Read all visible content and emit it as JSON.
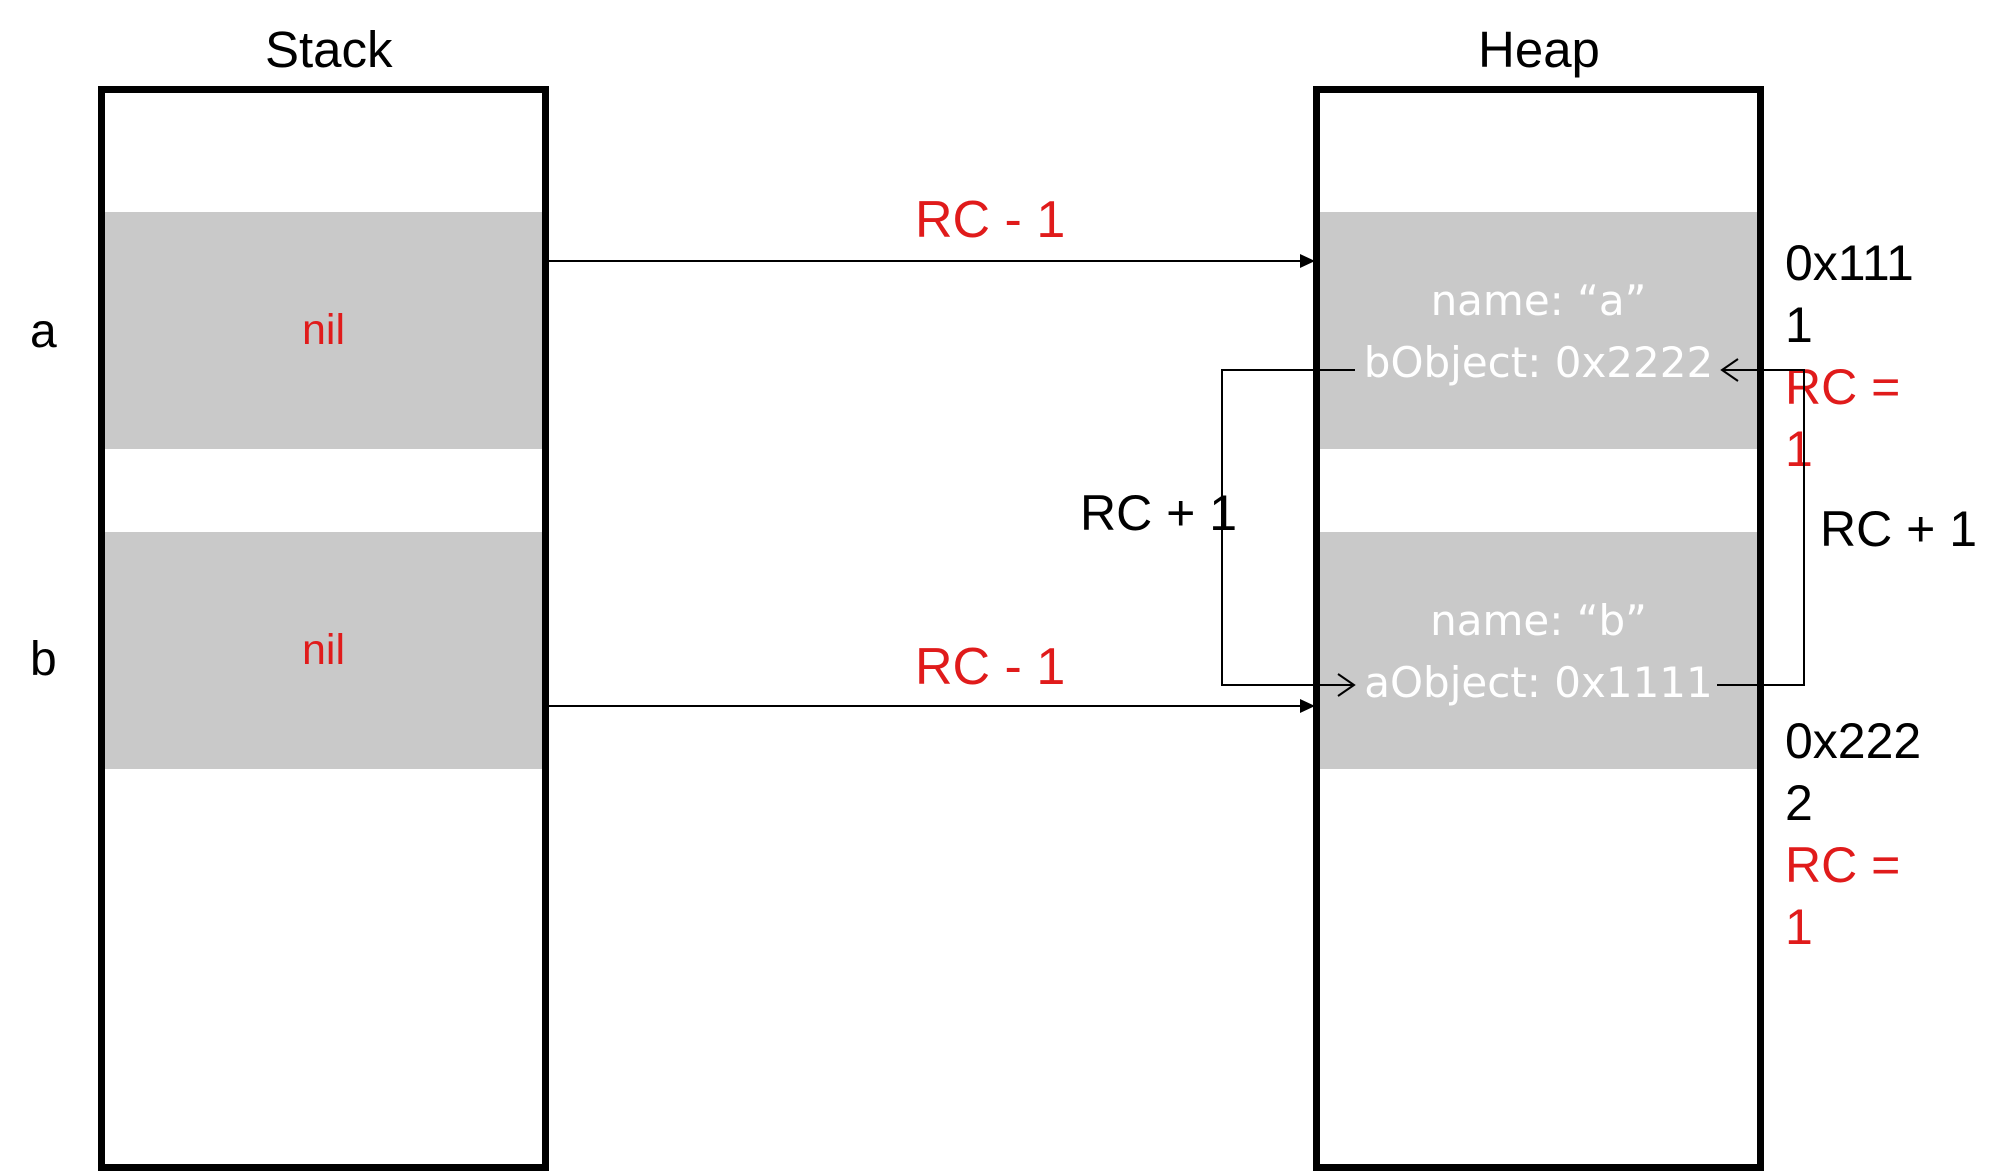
{
  "stack": {
    "title": "Stack",
    "vars": [
      {
        "name": "a",
        "value": "nil"
      },
      {
        "name": "b",
        "value": "nil"
      }
    ]
  },
  "heap": {
    "title": "Heap",
    "objects": [
      {
        "line1": "name: “a”",
        "line2": "bObject: 0x2222",
        "addr1": "0x111",
        "addr2": "1",
        "rc1": "RC =",
        "rc2": "1"
      },
      {
        "line1": "name: “b”",
        "line2": "aObject: 0x1111",
        "addr1": "0x222",
        "addr2": "2",
        "rc1": "RC =",
        "rc2": "1"
      }
    ]
  },
  "arrows": {
    "a_label": "RC - 1",
    "b_label": "RC - 1",
    "left_cross_label": "RC + 1",
    "right_cross_label": "RC + 1"
  },
  "colors": {
    "red": "#e01b1b",
    "slot_gray": "#c9c9c9",
    "cross_line": "#4a6fa5"
  }
}
